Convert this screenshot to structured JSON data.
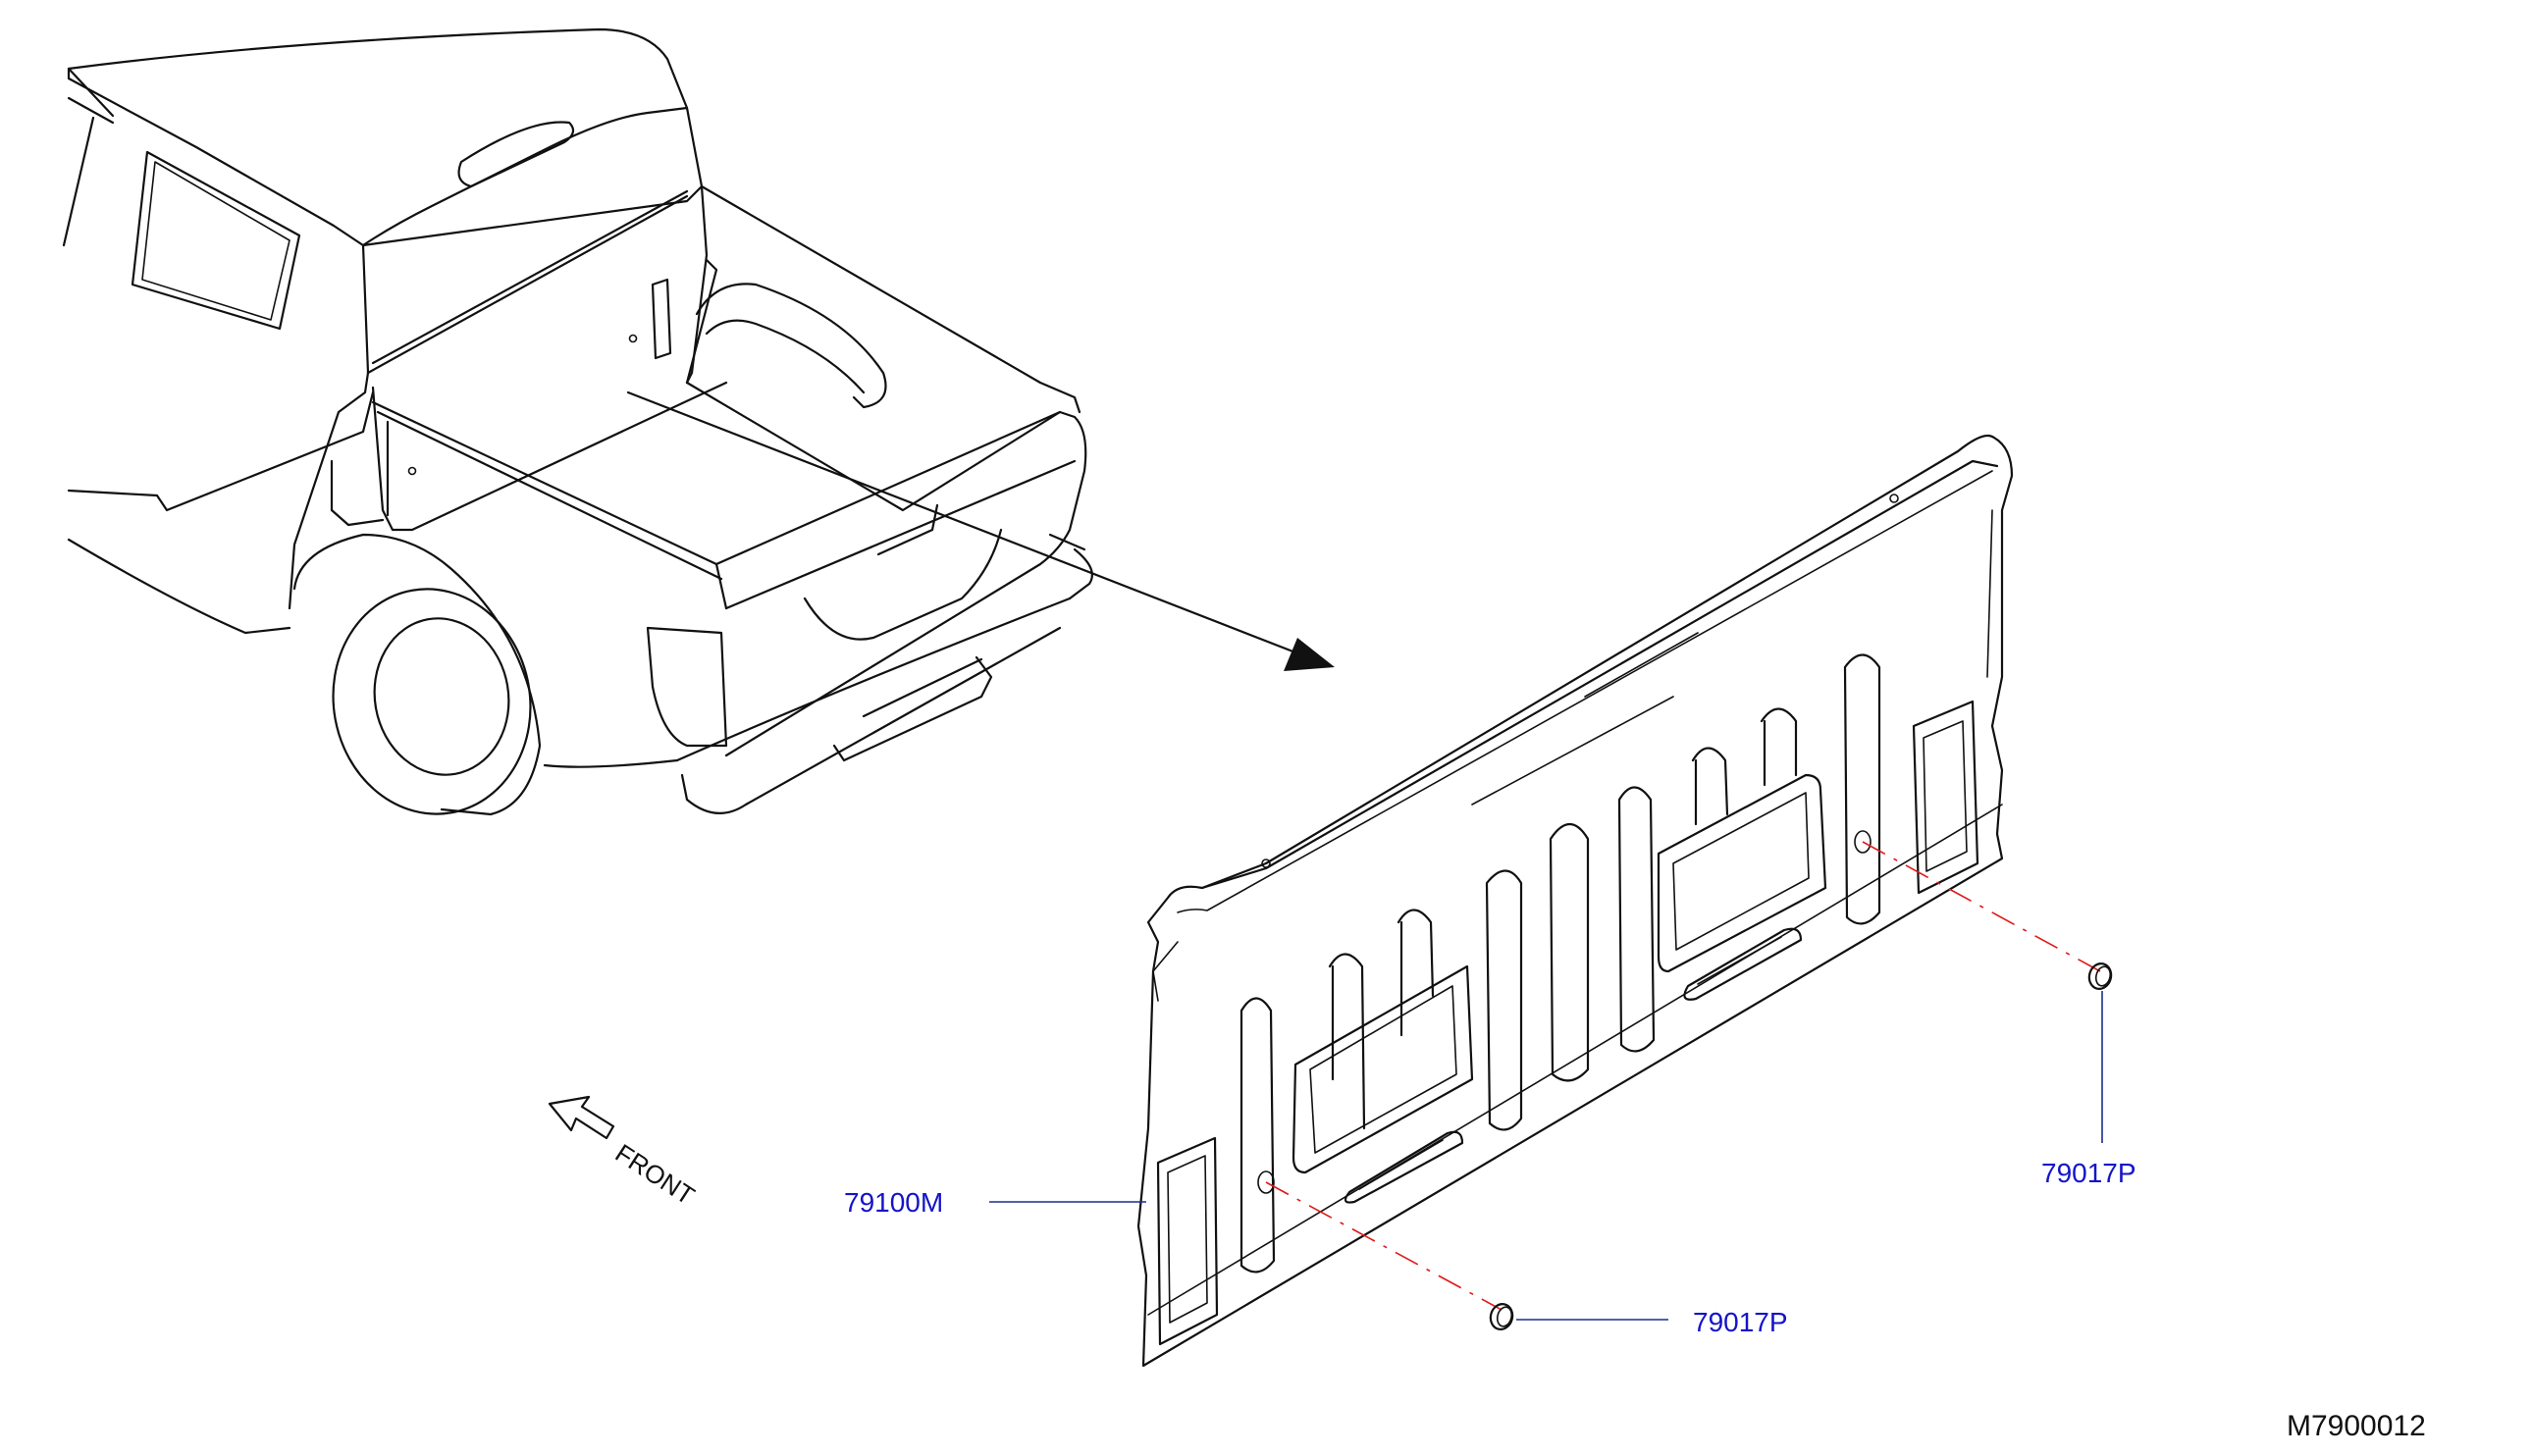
{
  "labels": {
    "panel_part": "79100M",
    "plug_part_upper": "79017P",
    "plug_part_lower": "79017P",
    "front_direction": "FRONT",
    "diagram_code": "M7900012"
  },
  "colors": {
    "line_art": "#111111",
    "part_label": "#1414c8",
    "leader_line": "#1a2e8c",
    "center_line": "#e01818"
  },
  "icons": {
    "direction_arrow": "front-arrow-icon"
  }
}
